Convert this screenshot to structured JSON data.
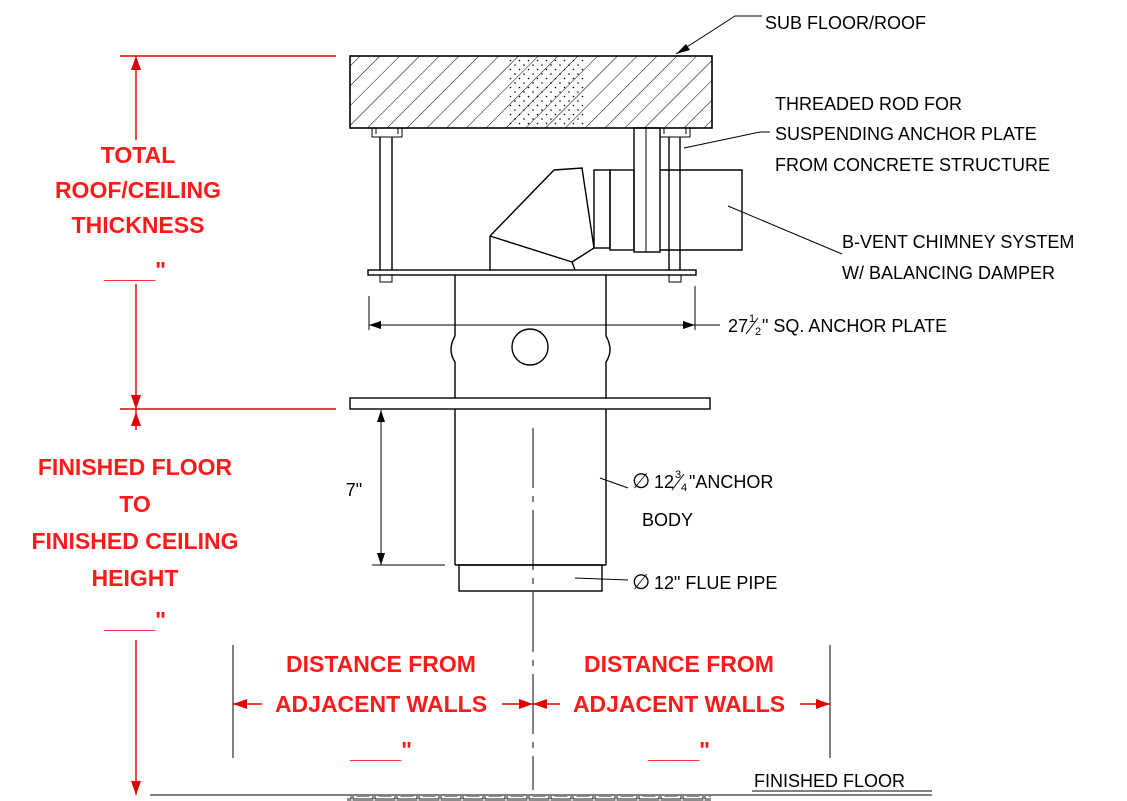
{
  "labels": {
    "sub_floor": "SUB FLOOR/ROOF",
    "threaded_rod_1": "THREADED ROD FOR",
    "threaded_rod_2": "SUSPENDING ANCHOR PLATE",
    "threaded_rod_3": "FROM CONCRETE STRUCTURE",
    "bvent_1": "B-VENT CHIMNEY SYSTEM",
    "bvent_2": "W/ BALANCING DAMPER",
    "anchor_plate_num": "27",
    "anchor_plate_frac_num": "1",
    "anchor_plate_frac_den": "2",
    "anchor_plate_rest": "\" SQ. ANCHOR PLATE",
    "anchor_body_sym": "∅",
    "anchor_body_num": "12",
    "anchor_body_frac_num": "3",
    "anchor_body_frac_den": "4",
    "anchor_body_rest": "\"ANCHOR",
    "anchor_body_2": "BODY",
    "flue_sym": "∅",
    "flue_text": "12\" FLUE PIPE",
    "dim_7": "7\"",
    "finished_floor": "FINISHED FLOOR"
  },
  "red_labels": {
    "total_1": "TOTAL",
    "total_2": "ROOF/CEILING",
    "total_3": "THICKNESS",
    "total_4": "____\"",
    "ffc_1": "FINISHED FLOOR",
    "ffc_2": "TO",
    "ffc_3": "FINISHED CEILING",
    "ffc_4": "HEIGHT",
    "ffc_5": "____\"",
    "dist_l_1": "DISTANCE FROM",
    "dist_l_2": "ADJACENT WALLS",
    "dist_l_3": "____\"",
    "dist_r_1": "DISTANCE FROM",
    "dist_r_2": "ADJACENT WALLS",
    "dist_r_3": "____\""
  }
}
